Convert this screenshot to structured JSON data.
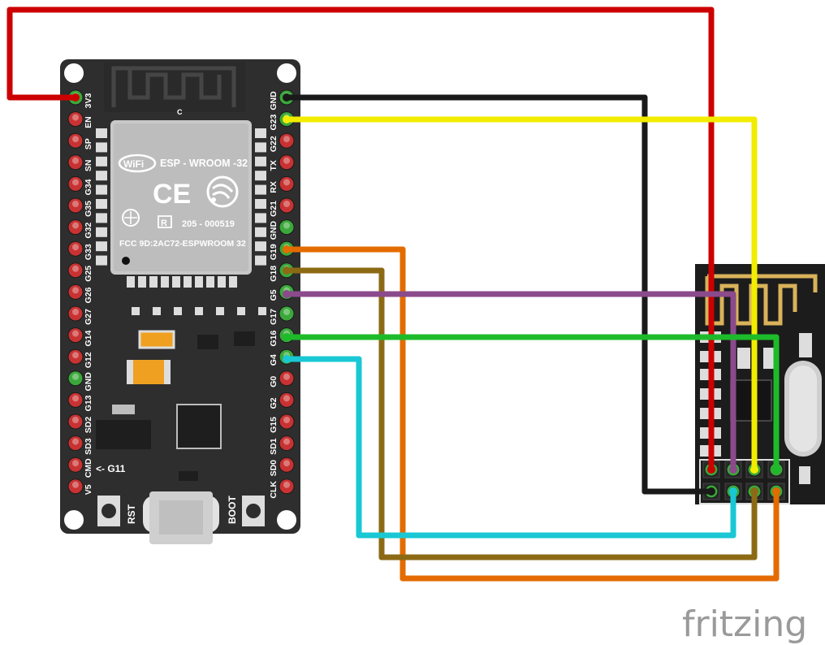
{
  "esp32": {
    "module_name": "ESP - WROOM -32",
    "wifi_badge": "WiFi",
    "fcc_id": "FCC 9D:2AC72-ESPWROOM 32",
    "reg_number": "205 - 000519",
    "antenna_mark": "C",
    "ce_mark": "CE",
    "r_mark": "R",
    "rst_label": "RST",
    "boot_label": "BOOT",
    "g11_label": "<- G11",
    "left_pins": [
      "3V3",
      "EN",
      "SP",
      "SN",
      "G34",
      "G35",
      "G32",
      "G33",
      "G25",
      "G26",
      "G27",
      "G14",
      "G12",
      "GND",
      "G13",
      "SD2",
      "SD3",
      "CMD",
      "V5"
    ],
    "right_pins": [
      "GND",
      "G23",
      "G22",
      "TX",
      "RX",
      "G21",
      "GND",
      "G19",
      "G18",
      "G5",
      "G17",
      "G16",
      "G4",
      "G0",
      "G2",
      "G15",
      "SD1",
      "SD0",
      "CLK"
    ]
  },
  "watermark": "fritzing",
  "wire_colors": {
    "power_3v3": "#cc0000",
    "ground": "#1a1a1a",
    "g23_mosi": "#f2ec00",
    "g19_miso": "#e36b00",
    "g18_sck": "#8c6a14",
    "g5_csn": "#8b4a8b",
    "g16_ce": "#1dbb2a",
    "g4_irq": "#19c8d4"
  },
  "colors": {
    "board": "#2e2e2e",
    "pin_red": "#c83232",
    "pin_green": "#3aa83a",
    "module_shield": "#c8c8c8",
    "antenna_gold": "#d9b25a"
  }
}
